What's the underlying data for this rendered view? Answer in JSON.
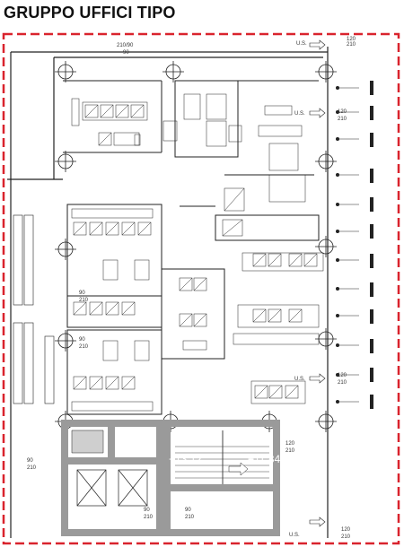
{
  "title": "GRUPPO UFFICI TIPO",
  "labels": {
    "door_top": "210/90",
    "door_top2": "90",
    "us_1": "U.S.",
    "us_1_dim": "120",
    "us_1_dim2": "210",
    "us_2": "U.S.",
    "us_2_dim": "120",
    "us_2_dim2": "210",
    "us_3": "U.S.",
    "us_3_dim": "120",
    "us_3_dim2": "210",
    "us_4": "U.S.",
    "us_4_dim": "120",
    "us_4_dim2": "210",
    "left_dim": "90",
    "left_dim2": "210",
    "left_dim3": "90",
    "left_dim4": "210",
    "level_a": "+13.12",
    "level_b": "+11.84",
    "stair_dim": "120",
    "stair_dim2": "210",
    "bottom_dim": "90",
    "bottom_dim2": "210",
    "bottom_dim3": "90",
    "bottom_dim4": "210",
    "bottom_dim5": "90",
    "bottom_dim6": "210"
  },
  "colors": {
    "border": "#d9232d",
    "wall": "#9a9a9a",
    "line": "#222222"
  }
}
